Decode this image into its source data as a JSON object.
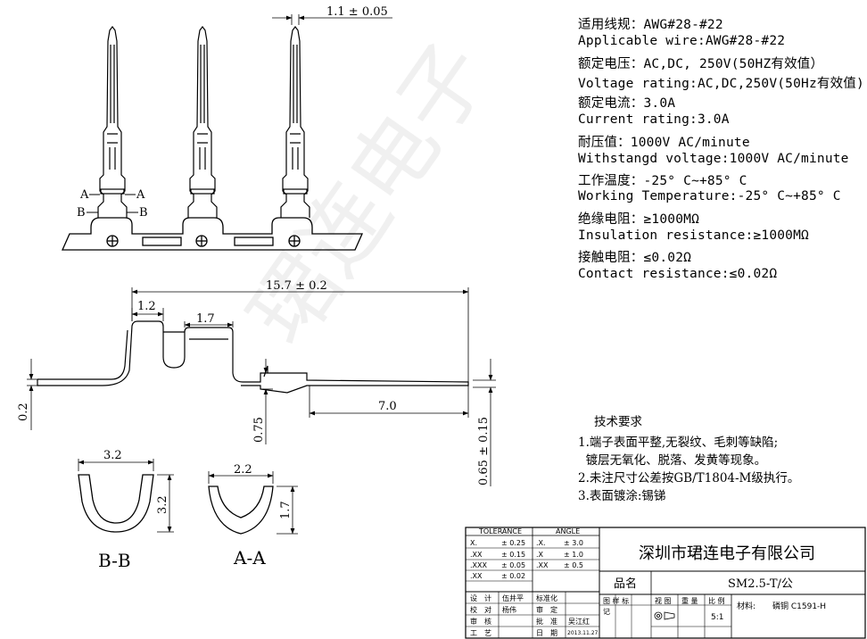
{
  "specs": [
    "适用线规：AWG#28-#22",
    "Applicable wire:AWG#28-#22",
    "额定电压：AC,DC, 250V(50HZ有效值）",
    "Voltage rating:AC,DC,250V(50Hz有效值)",
    "额定电流：3.0A",
    "Current rating:3.0A",
    "耐压值：1000V AC/minute",
    "Withstangd voltage:1000V AC/minute",
    "工作温度：-25° C~+85° C",
    "Working Temperature:-25° C~+85° C",
    "绝缘电阻：≥1000MΩ",
    "Insulation resistance:≥1000MΩ",
    "接触电阻：≤0.02Ω",
    "Contact resistance:≤0.02Ω"
  ],
  "requirements": {
    "title": "技术要求",
    "items": [
      "1.端子表面平整,无裂纹、毛刺等缺陷;",
      "  镀层无氧化、脱落、发黄等现象。",
      "2.未注尺寸公差按GB/T1804-M级执行。",
      "3.表面镀涂:锡锑"
    ]
  },
  "dimensions": {
    "top_width": "1.1 ± 0.05",
    "overall_length": "15.7 ± 0.2",
    "tab1": "1.2",
    "tab2": "1.7",
    "pin_length": "7.0",
    "thickness": "0.2",
    "step": "0.75",
    "pin_height": "0.65 ± 0.15",
    "bb_width": "3.2",
    "bb_height": "3.2",
    "aa_width": "2.2",
    "aa_height": "1.7"
  },
  "section_labels": {
    "a": "A",
    "b": "B",
    "bb": "B-B",
    "aa": "A-A"
  },
  "watermark": "珺连电子",
  "title_block": {
    "tolerance_header": "TOLERANCE",
    "angle_header": "ANGLE",
    "tolerance_rows": [
      [
        "X.",
        "± 0.25"
      ],
      [
        ".XX",
        "± 0.15"
      ],
      [
        ".XXX",
        "± 0.05"
      ],
      [
        ".XX",
        "± 0.02"
      ]
    ],
    "angle_rows": [
      [
        ".X.",
        "± 3.0"
      ],
      [
        ".X",
        "± 1.0"
      ],
      [
        ".XX",
        "± 0.5"
      ]
    ],
    "company": "深圳市珺连电子有限公司",
    "product_label": "品名",
    "product": "SM2.5-T/公",
    "material_label": "材料:",
    "material": "磷铜 C1591-H",
    "scale": "5:1",
    "sign_rows": [
      [
        "设　计",
        "伍井平",
        "标准化",
        ""
      ],
      [
        "校　对",
        "杨伟",
        "审　定",
        ""
      ],
      [
        "审　核",
        "",
        "批　准",
        "吴江红"
      ],
      [
        "工　艺",
        "",
        "日　期",
        "2013.11.27"
      ]
    ],
    "stage_headers": [
      "图 样 标",
      "记",
      "视 图",
      "重 量",
      "比 例"
    ]
  }
}
